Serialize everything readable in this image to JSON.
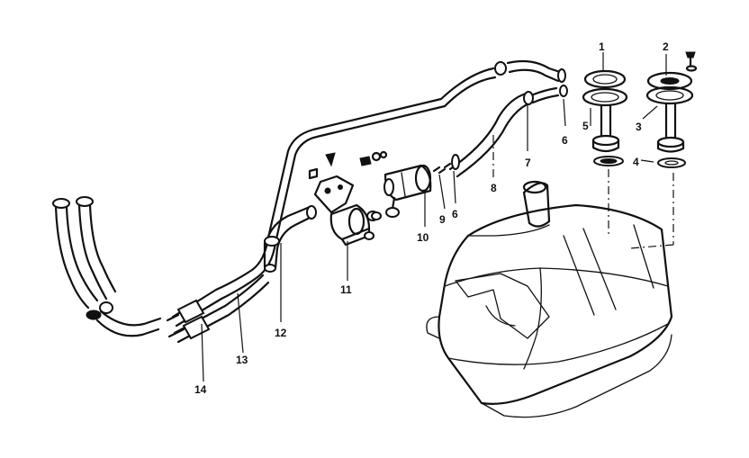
{
  "callouts": [
    {
      "id": "1",
      "text": "1"
    },
    {
      "id": "2",
      "text": "2"
    },
    {
      "id": "3",
      "text": "3"
    },
    {
      "id": "4",
      "text": "4"
    },
    {
      "id": "5",
      "text": "5"
    },
    {
      "id": "6a",
      "text": "6"
    },
    {
      "id": "6b",
      "text": "6"
    },
    {
      "id": "7",
      "text": "7"
    },
    {
      "id": "8",
      "text": "8"
    },
    {
      "id": "9",
      "text": "9"
    },
    {
      "id": "10",
      "text": "10"
    },
    {
      "id": "11",
      "text": "11"
    },
    {
      "id": "12",
      "text": "12"
    },
    {
      "id": "13",
      "text": "13"
    },
    {
      "id": "14",
      "text": "14"
    }
  ]
}
